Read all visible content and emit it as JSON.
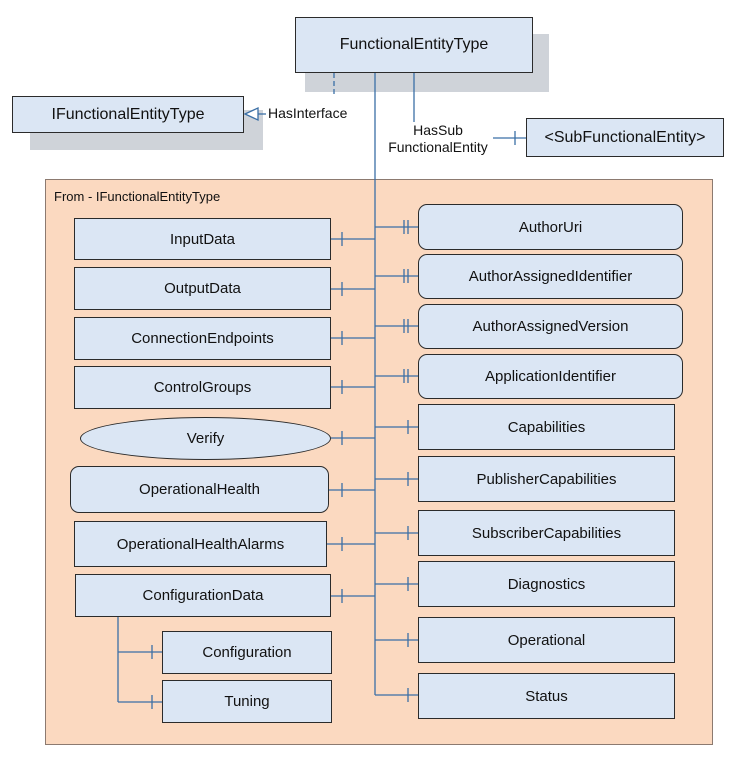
{
  "top": {
    "entity_type": "FunctionalEntityType",
    "interface_type": "IFunctionalEntityType",
    "interface_ref": "HasInterface",
    "sub_ref_line1": "HasSub",
    "sub_ref_line2": "FunctionalEntity",
    "sub_entity": "<SubFunctionalEntity>"
  },
  "panel": {
    "title": "From - IFunctionalEntityType"
  },
  "left_items": [
    "InputData",
    "OutputData",
    "ConnectionEndpoints",
    "ControlGroups",
    "Verify",
    "OperationalHealth",
    "OperationalHealthAlarms",
    "ConfigurationData"
  ],
  "config_children": [
    "Configuration",
    "Tuning"
  ],
  "right_items": [
    "AuthorUri",
    "AuthorAssignedIdentifier",
    "AuthorAssignedVersion",
    "ApplicationIdentifier",
    "Capabilities",
    "PublisherCapabilities",
    "SubscriberCapabilities",
    "Diagnostics",
    "Operational",
    "Status"
  ],
  "colors": {
    "node_fill": "#dbe6f4",
    "panel_fill": "#fbd9c0",
    "connector": "#3b6fa6",
    "shadow": "#cfd3d9"
  }
}
